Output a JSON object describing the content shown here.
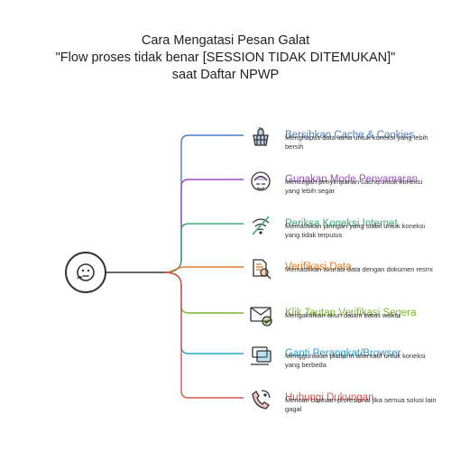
{
  "title": {
    "line1": "Cara Mengatasi Pesan Galat",
    "line2": "\"Flow proses tidak benar [SESSION TIDAK DITEMUKAN]\"",
    "line3": "saat Daftar NPWP"
  },
  "center_icon": "thinking-face-icon",
  "items": [
    {
      "title": "Bersihkan Cache & Cookies",
      "desc": "Menghapus data lama untuk koneksi yang lebih bersih",
      "color": "#4a7fc1",
      "icon": "trash-basket-icon"
    },
    {
      "title": "Gunakan Mode Penyamaran",
      "desc": "Mencegah penyimpanan cache untuk koneksi yang lebih segar",
      "color": "#9b4fc0",
      "icon": "incognito-mask-icon"
    },
    {
      "title": "Periksa Koneksi Internet",
      "desc": "Memastikan jaringan yang stabil untuk koneksi yang tidak terputus",
      "color": "#3aaa74",
      "icon": "wifi-off-icon"
    },
    {
      "title": "Verifikasi Data",
      "desc": "Memastikan akurasi data dengan dokumen resmi",
      "color": "#e07b2a",
      "icon": "document-search-icon"
    },
    {
      "title": "Klik Tautan Verifikasi Segera",
      "desc": "Mengaktifkan akun dalam batas waktu",
      "color": "#7bb52f",
      "icon": "mail-check-icon"
    },
    {
      "title": "Ganti Perangkat/Browser",
      "desc": "Menggunakan platform alternatif untuk koneksi yang berbeda",
      "color": "#2a9fc8",
      "icon": "devices-icon"
    },
    {
      "title": "Hubungi Dukungan",
      "desc": "Mencari bantuan profesional jika semua solusi lain gagal",
      "color": "#d9534f",
      "icon": "phone-support-icon"
    }
  ]
}
